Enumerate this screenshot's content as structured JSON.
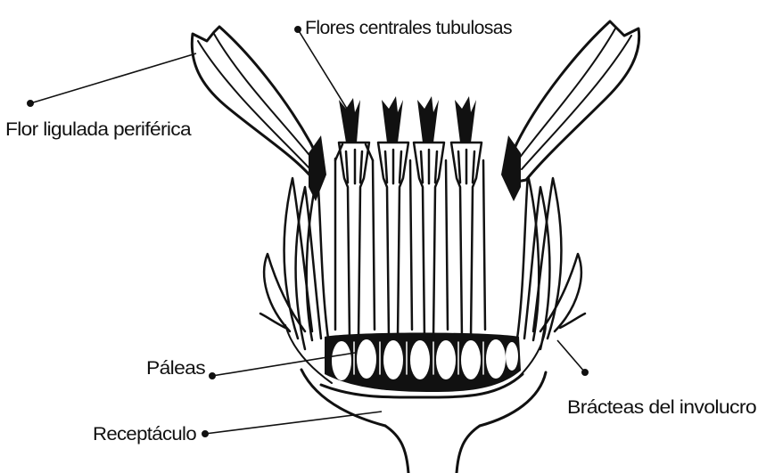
{
  "labels": {
    "tubular_flowers": "Flores centrales tubulosas",
    "ray_flower": "Flor ligulada periférica",
    "paleae": "Páleas",
    "receptacle": "Receptáculo",
    "involucral_bracts": "Brácteas del involucro"
  },
  "colors": {
    "ink": "#111111",
    "background": "#ffffff"
  }
}
